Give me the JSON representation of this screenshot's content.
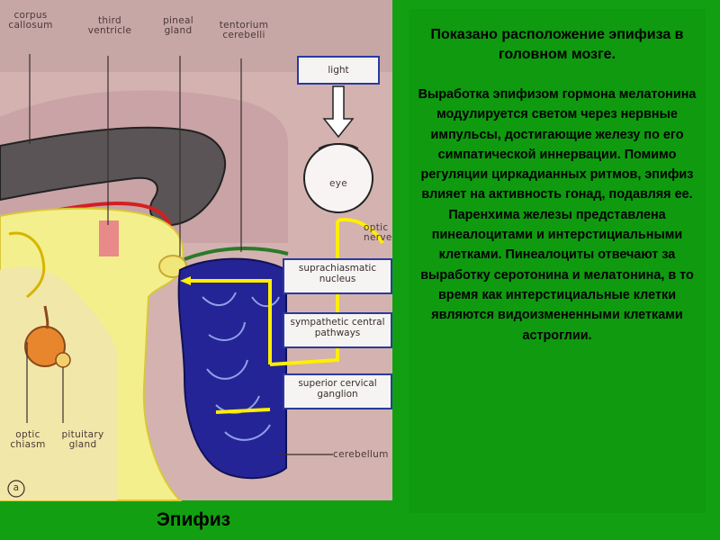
{
  "diagram": {
    "labels": {
      "corpus_callosum": "corpus\ncallosum",
      "third_ventricle": "third\nventricle",
      "pineal_gland": "pineal\ngland",
      "tentorium_cerebelli": "tentorium\ncerebelli",
      "light": "light",
      "eye": "eye",
      "optic_nerve": "optic\nnerve",
      "suprachiasmatic_nucleus": "suprachiasmatic\nnucleus",
      "sympathetic_central_pathways": "sympathetic central\npathways",
      "superior_cervical_ganglion": "superior cervical\nganglion",
      "cerebellum": "cerebellum",
      "optic_chiasm": "optic\nchiasm",
      "pituitary_gland": "pituitary\ngland",
      "panel_letter": "a"
    },
    "colors": {
      "background_brain": "#c89a9a",
      "corpus_callosum": "#5a5456",
      "brainstem": "#f2ee8a",
      "cerebellum": "#20209a",
      "nerve": "#ffee00"
    }
  },
  "caption": "Эпифиз",
  "panel": {
    "title": "Показано расположение эпифиза в головном мозге.",
    "body": "Выработка эпифизом гормона мелатонина модулируется светом через нервные импульсы, достигающие железу по его симпатической иннервации. Помимо регуляции циркадианных ритмов, эпифиз влияет на активность гонад, подавляя ее. Паренхима железы представлена пинеалоцитами и интерстициальными клетками. Пинеалоциты отвечают за выработку серотонина и мелатонина, в то время как интерстициальные клетки являются видоизмененными клетками астроглии."
  }
}
